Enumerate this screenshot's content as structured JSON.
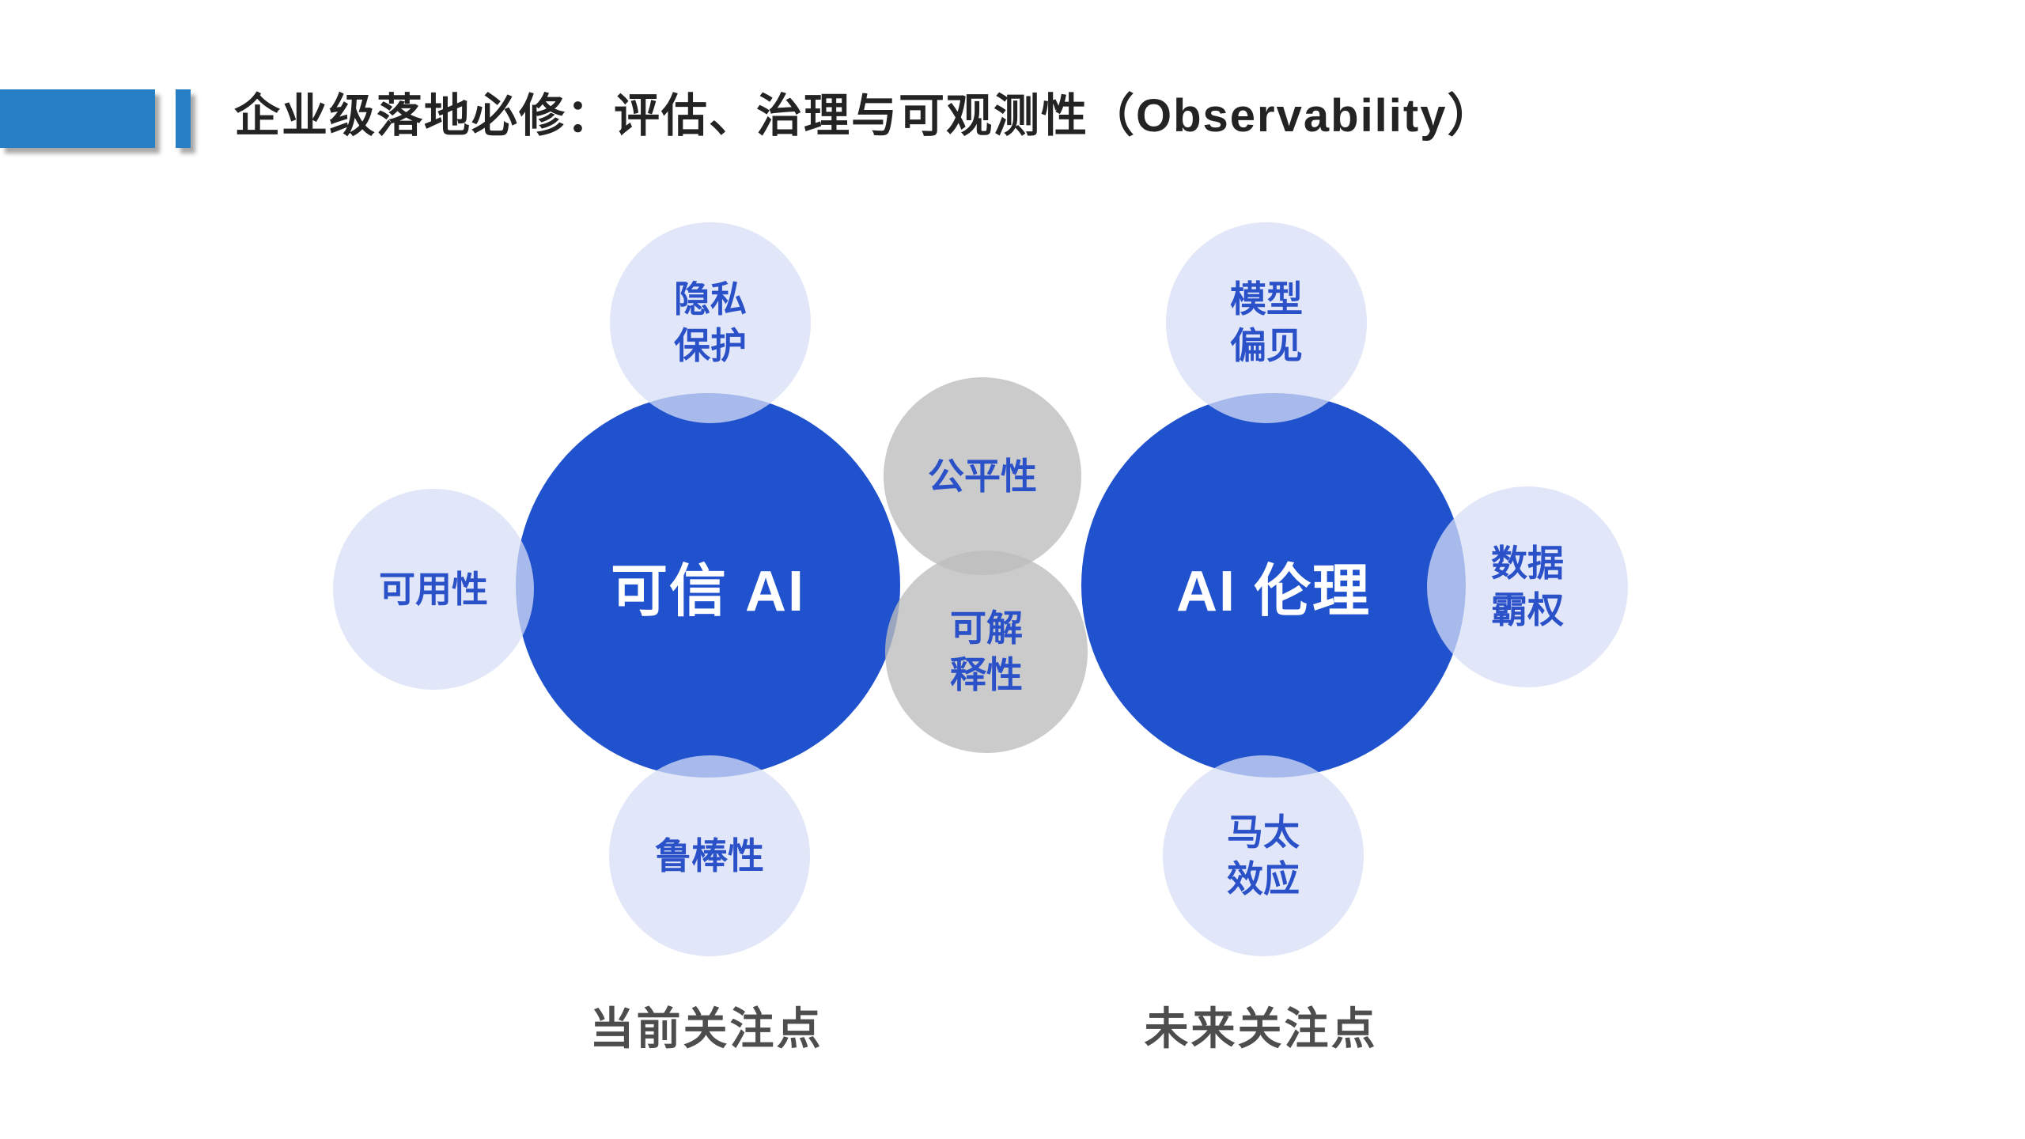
{
  "title": "企业级落地必修：评估、治理与可观测性（Observability）",
  "diagram": {
    "left": {
      "core": "可信 AI",
      "caption": "当前关注点",
      "satellites": [
        {
          "label": "隐私\n保护"
        },
        {
          "label": "可用性"
        },
        {
          "label": "鲁棒性"
        }
      ]
    },
    "right": {
      "core": "AI 伦理",
      "caption": "未来关注点",
      "satellites": [
        {
          "label": "模型\n偏见"
        },
        {
          "label": "数据\n霸权"
        },
        {
          "label": "马太\n效应"
        }
      ]
    },
    "shared": [
      {
        "label": "公平性"
      },
      {
        "label": "可解\n释性"
      }
    ]
  },
  "colors": {
    "accent_bar_blue": "#2780C4",
    "core_circle_blue": "#2152CE",
    "satellite_circle_light_blue": "#DFE6F7",
    "shared_circle_gray": "#CCCCCC",
    "circle_label_blue": "#2B51C8",
    "caption_gray": "#4D4D4D",
    "title_black": "#232323"
  }
}
